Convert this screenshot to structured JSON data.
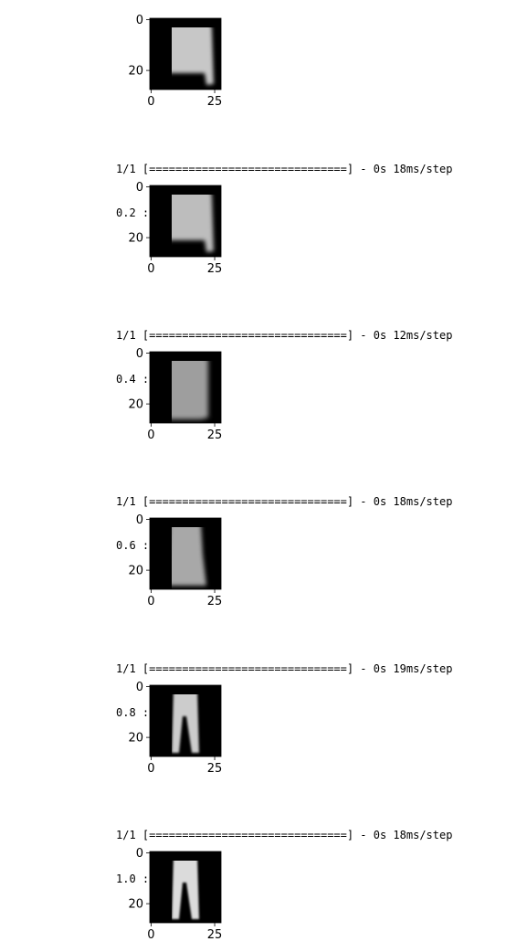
{
  "axis": {
    "y_ticks": [
      "0",
      "20"
    ],
    "x_ticks": [
      "0",
      "25"
    ]
  },
  "images": [
    {
      "kind": "top",
      "blur": 2.2,
      "brightness": 0.78
    },
    {
      "kind": "top",
      "blur": 2.4,
      "brightness": 0.74
    },
    {
      "kind": "top-narrow",
      "blur": 2.6,
      "brightness": 0.62
    },
    {
      "kind": "dress",
      "blur": 2.4,
      "brightness": 0.66
    },
    {
      "kind": "trouser",
      "blur": 1.4,
      "brightness": 0.8
    },
    {
      "kind": "trouser",
      "blur": 1.0,
      "brightness": 0.86
    }
  ],
  "logs": [
    {
      "progress": "1/1 [==============================] - 0s 18ms/step",
      "label": "0.2 :"
    },
    {
      "progress": "1/1 [==============================] - 0s 12ms/step",
      "label": "0.4 :"
    },
    {
      "progress": "1/1 [==============================] - 0s 18ms/step",
      "label": "0.6 :"
    },
    {
      "progress": "1/1 [==============================] - 0s 19ms/step",
      "label": "0.8 :"
    },
    {
      "progress": "1/1 [==============================] - 0s 18ms/step",
      "label": "1.0 :"
    }
  ],
  "colors": {
    "plot_bg": "#000000",
    "garment": "#d8d8d8"
  }
}
